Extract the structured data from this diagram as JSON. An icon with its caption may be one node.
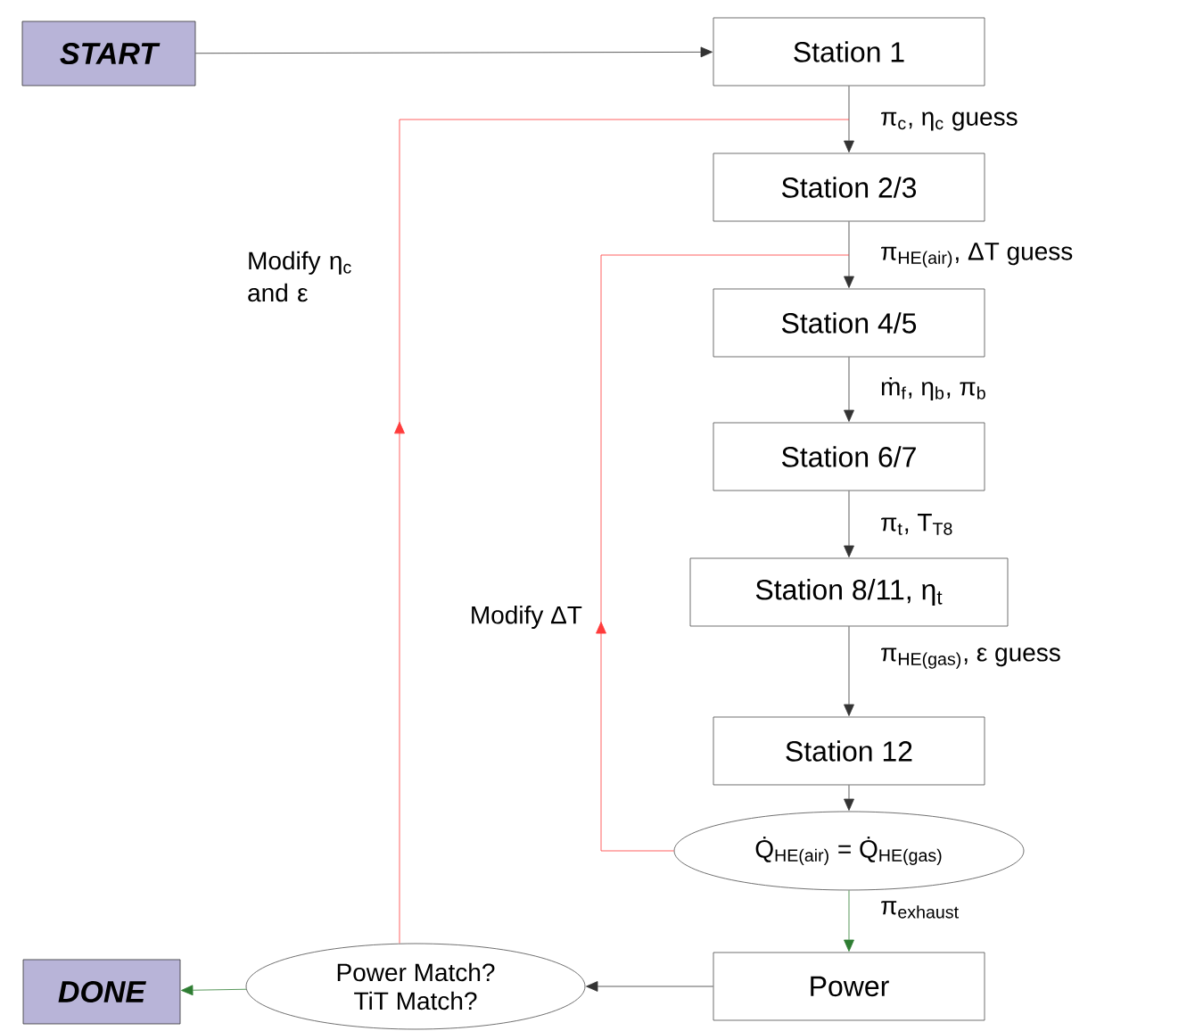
{
  "diagram": {
    "nodes": [
      {
        "text": [
          "START"
        ]
      },
      {
        "text": [
          "Station 1"
        ]
      },
      {
        "text": [
          "Station 2/3"
        ]
      },
      {
        "text": [
          "Station 4/5"
        ]
      },
      {
        "text": [
          "Station 6/7"
        ]
      },
      {
        "text": [
          "Station 8/11, η$_{t}$"
        ]
      },
      {
        "text": [
          "Station 12"
        ]
      },
      {
        "text": [
          "Q̇$_{HE(air)}$ = Q̇$_{HE(gas)}$"
        ]
      },
      {
        "text": [
          "Power"
        ]
      },
      {
        "text": [
          "Power Match? TiT Match?"
        ]
      },
      {
        "text": [
          "DONE"
        ]
      }
    ],
    "edges": [
      {
        "from": 0,
        "to": 1,
        "arrow": "to"
      },
      {
        "from": 1,
        "to": 2,
        "arrow": "to",
        "label": "π$_{c}$, η$_{c}$ guess"
      },
      {
        "from": 2,
        "to": 3,
        "arrow": "to",
        "label": "π$_{HE(air)}$, ΔT guess"
      },
      {
        "from": 3,
        "to": 4,
        "arrow": "to",
        "label": "ṁ$_{f}$, η$_{b}$, π$_{b}$"
      },
      {
        "from": 4,
        "to": 5,
        "arrow": "to",
        "label": "π$_{t}$, T$_{T8}$"
      },
      {
        "from": 5,
        "to": 6,
        "arrow": "to",
        "label": "π$_{HE(gas)}$, ε guess"
      },
      {
        "from": 6,
        "to": 7,
        "arrow": "to"
      },
      {
        "from": 7,
        "to": 8,
        "arrow": "to",
        "label": "π$_{exhaust}$",
        "color": "#2e7d32"
      },
      {
        "from": 8,
        "to": 9,
        "arrow": "to"
      },
      {
        "from": 9,
        "to": 10,
        "arrow": "to",
        "color": "#2e7d32"
      },
      {
        "from": 9,
        "to": 2,
        "arrow": "to",
        "label": "Modify η$_{c}$ and ε",
        "color": "#ff3b3b"
      },
      {
        "from": 7,
        "to": 3,
        "arrow": "to",
        "label": "Modify ΔT",
        "color": "#ff3b3b"
      }
    ]
  }
}
